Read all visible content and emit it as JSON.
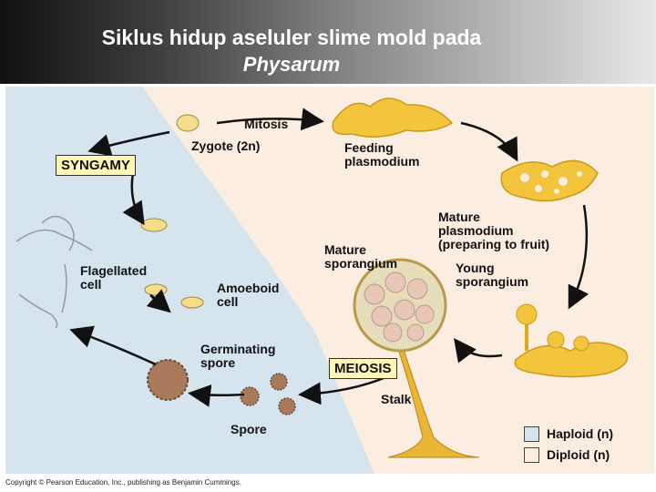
{
  "title": {
    "line1": "Siklus hidup aseluler slime mold pada",
    "line2": "Physarum"
  },
  "labels": {
    "mitosis": "Mitosis",
    "zygote": "Zygote (2n)",
    "syngamy": "SYNGAMY",
    "feeding_plasmodium": [
      "Feeding",
      "plasmodium"
    ],
    "mature_plasmodium": [
      "Mature",
      "plasmodium",
      "(preparing to fruit)"
    ],
    "mature_sporangium": [
      "Mature",
      "sporangium"
    ],
    "young_sporangium": [
      "Young",
      "sporangium"
    ],
    "flagellated_cell": [
      "Flagellated",
      "cell"
    ],
    "amoeboid_cell": [
      "Amoeboid",
      "cell"
    ],
    "germinating_spore": [
      "Germinating",
      "spore"
    ],
    "meiosis": "MEIOSIS",
    "stalk": "Stalk",
    "spore": "Spore"
  },
  "legend": {
    "haploid": {
      "label": "Haploid (n)",
      "color": "#d6e4ee"
    },
    "diploid": {
      "label": "Diploid (n)",
      "color": "#fbeee0"
    }
  },
  "colors": {
    "haploid_bg": "#d6e4ee",
    "diploid_bg": "#fbeee0",
    "plasmodium": "#f2c53d",
    "spore": "#a8795a"
  },
  "copyright": "Copyright © Pearson Education, Inc., publishing as Benjamin Cummings."
}
